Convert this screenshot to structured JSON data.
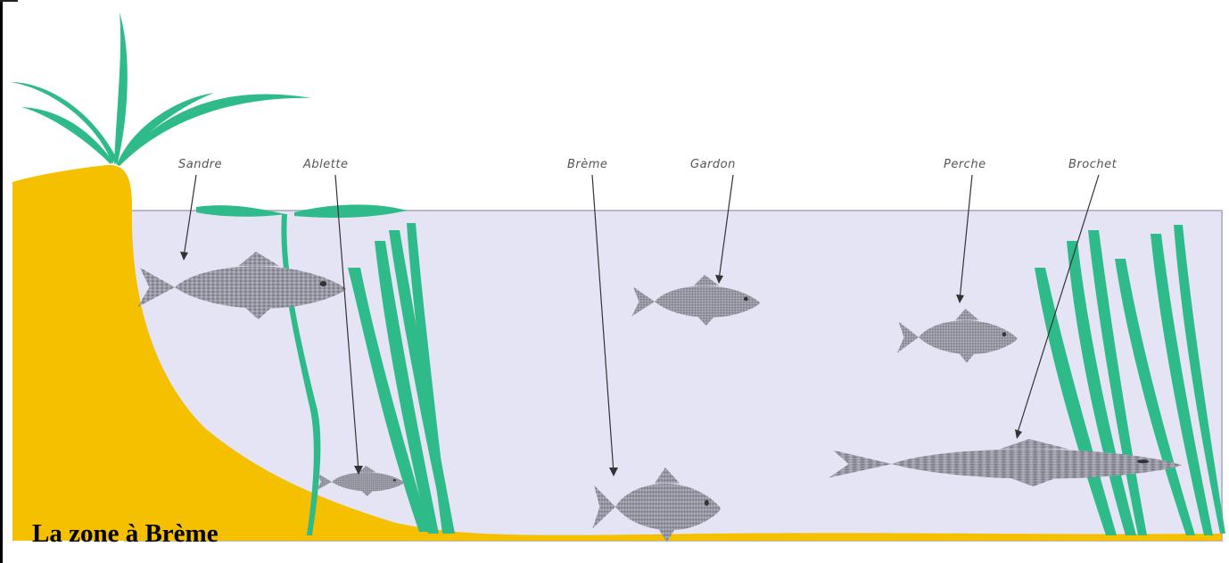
{
  "title": "La zone à Brème",
  "labels": {
    "sandre": "Sandre",
    "ablette": "Ablette",
    "breme": "Brème",
    "gardon": "Gardon",
    "perche": "Perche",
    "brochet": "Brochet"
  },
  "colors": {
    "water": "#e4e4f4",
    "water_edge": "#b8b8c8",
    "bank": "#f5c000",
    "weed": "#2fba8a",
    "fish": "#8a8a96",
    "pointer": "#333333"
  }
}
